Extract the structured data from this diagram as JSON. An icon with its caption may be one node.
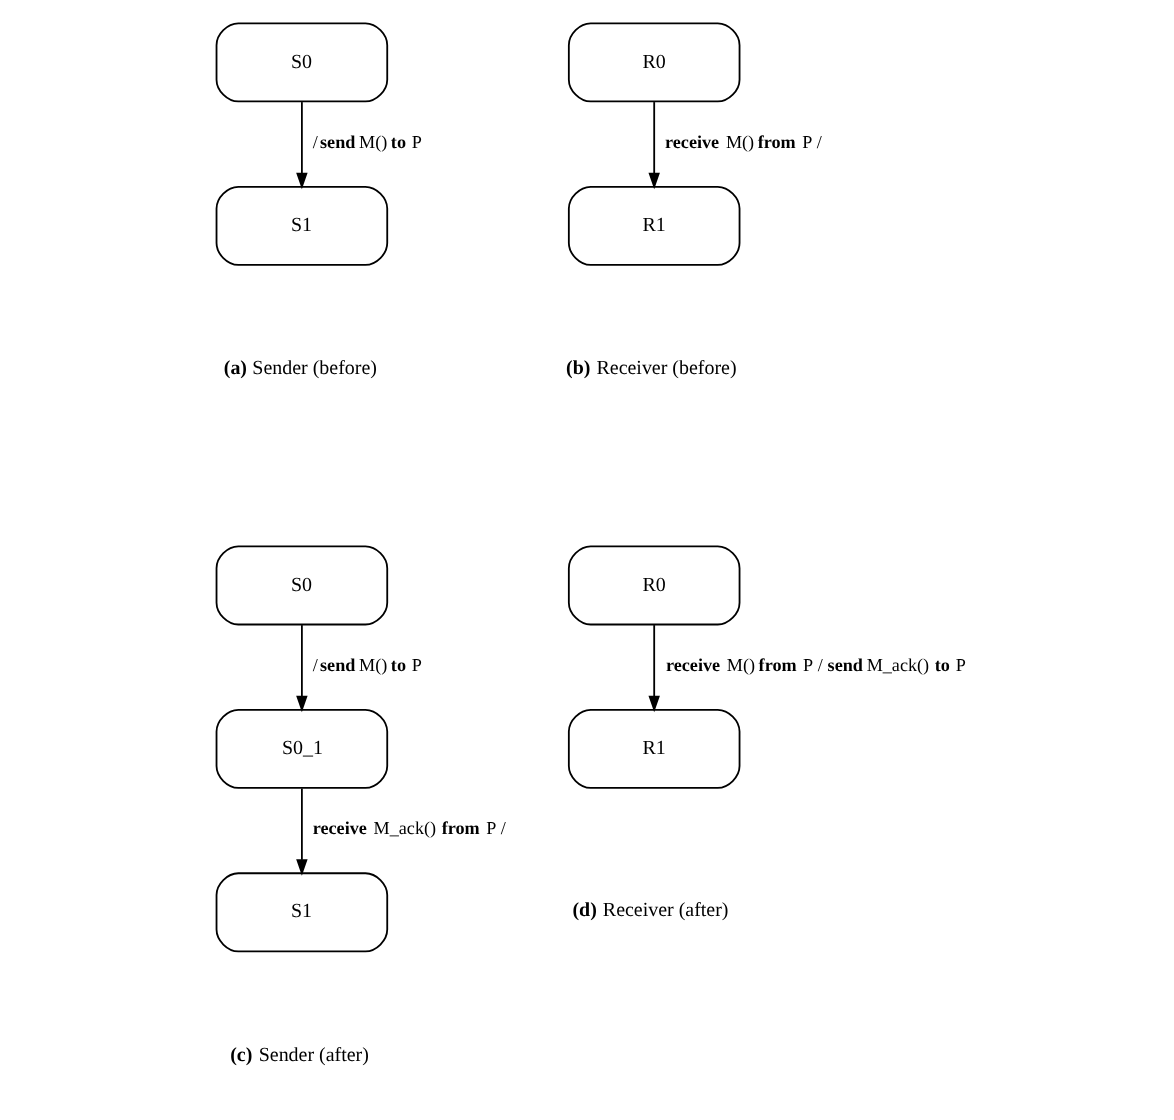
{
  "diagram": {
    "nodes": [
      {
        "text": [
          "S0"
        ]
      },
      {
        "text": [
          "S1"
        ]
      },
      {
        "text": [
          "R0"
        ]
      },
      {
        "text": [
          "R1"
        ]
      },
      {
        "text": [
          "S0"
        ]
      },
      {
        "text": [
          "S0_1"
        ]
      },
      {
        "text": [
          "S1"
        ]
      },
      {
        "text": [
          "R0"
        ]
      },
      {
        "text": [
          "R1"
        ]
      }
    ],
    "edges": [
      {
        "from": 0,
        "to": 1,
        "arrow": "to",
        "label": "/**send** M() **to** P"
      },
      {
        "from": 2,
        "to": 3,
        "arrow": "to",
        "label": "**receive** M() **from** P /"
      },
      {
        "from": 4,
        "to": 5,
        "arrow": "to",
        "label": "/**send** M() **to** P"
      },
      {
        "from": 5,
        "to": 6,
        "arrow": "to",
        "label": "**receive** M_ack() **from** P /"
      },
      {
        "from": 7,
        "to": 8,
        "arrow": "to",
        "label": "**receive** M() **from** P / **send** M_ack() **to** P"
      }
    ],
    "labels": [
      "**(a)** Sender (before)",
      "**(b)** Receiver (before)",
      "**(c)** Sender (after)",
      "**(d)** Receiver (after)"
    ]
  }
}
